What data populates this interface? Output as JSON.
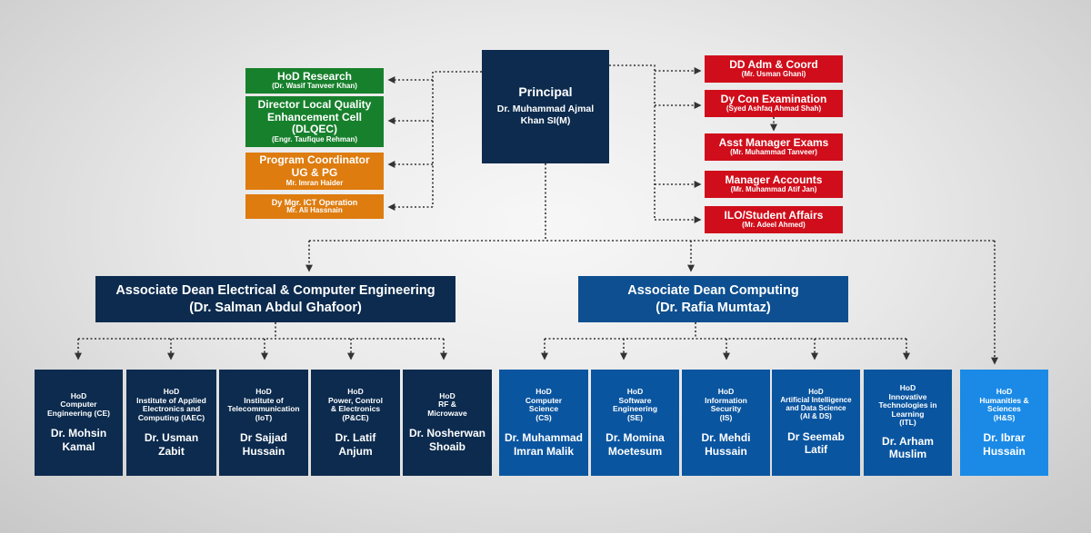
{
  "principal": {
    "title": "Principal",
    "name": "Dr. Muhammad Ajmal Khan SI(M)"
  },
  "left_units": [
    {
      "title": "HoD Research",
      "name": "(Dr. Wasif Tanveer Khan)"
    },
    {
      "title": "Director Local Quality Enhancement Cell (DLQEC)",
      "name": "(Engr. Taufique Rehman)"
    },
    {
      "title": "Program Coordinator UG & PG",
      "name": "Mr. Imran Haider"
    },
    {
      "title": "Dy Mgr. ICT Operation",
      "name": "Mr. Ali Hassnain"
    }
  ],
  "right_units": [
    {
      "title": "DD Adm & Coord",
      "name": "(Mr. Usman Ghani)"
    },
    {
      "title": "Dy Con Examination",
      "name": "(Syed Ashfaq Ahmad Shah)"
    },
    {
      "title": "Asst Manager Exams",
      "name": "(Mr. Muhammad Tanveer)"
    },
    {
      "title": "Manager Accounts",
      "name": "(Mr. Muhammad Atif Jan)"
    },
    {
      "title": "ILO/Student Affairs",
      "name": "(Mr. Adeel Ahmed)"
    }
  ],
  "deans": [
    {
      "title": "Associate Dean Electrical & Computer Engineering",
      "name": "(Dr. Salman Abdul Ghafoor)"
    },
    {
      "title": "Associate Dean Computing",
      "name": "(Dr. Rafia Mumtaz)"
    }
  ],
  "hods": [
    {
      "dept": "HoD\nComputer\nEngineering (CE)",
      "name": "Dr. Mohsin\nKamal"
    },
    {
      "dept": "HoD\nInstitute of Applied\nElectronics and\nComputing (IAEC)",
      "name": "Dr. Usman\nZabit"
    },
    {
      "dept": "HoD\nInstitute of\nTelecommunication\n(IoT)",
      "name": "Dr Sajjad\nHussain"
    },
    {
      "dept": "HoD\nPower, Control\n& Electronics\n(P&CE)",
      "name": "Dr. Latif\nAnjum"
    },
    {
      "dept": "HoD\nRF &\nMicrowave",
      "name": "Dr. Nosherwan\nShoaib"
    },
    {
      "dept": "HoD\nComputer\nScience\n(CS)",
      "name": "Dr. Muhammad\nImran Malik"
    },
    {
      "dept": "HoD\nSoftware\nEngineering\n(SE)",
      "name": "Dr. Momina\nMoetesum"
    },
    {
      "dept": "HoD\nInformation\nSecurity\n(IS)",
      "name": "Dr. Mehdi\nHussain"
    },
    {
      "dept": "HoD\nArtificial Intelligence\nand Data Science\n(AI & DS)",
      "name": "Dr Seemab\nLatif"
    },
    {
      "dept": "HoD\nInnovative\nTechnologies in\nLearning\n(ITL)",
      "name": "Dr. Arham\nMuslim"
    },
    {
      "dept": "HoD\nHumanities &\nSciences\n(H&S)",
      "name": "Dr. Ibrar\nHussain"
    }
  ],
  "colors": {
    "green": "#17802c",
    "orange": "#de7c0f",
    "red": "#d00e1b",
    "navy": "#0c2b4e",
    "dean_blue": "#123a66",
    "computing_blue": "#0a55a0",
    "light_blue": "#1b8ae6"
  }
}
